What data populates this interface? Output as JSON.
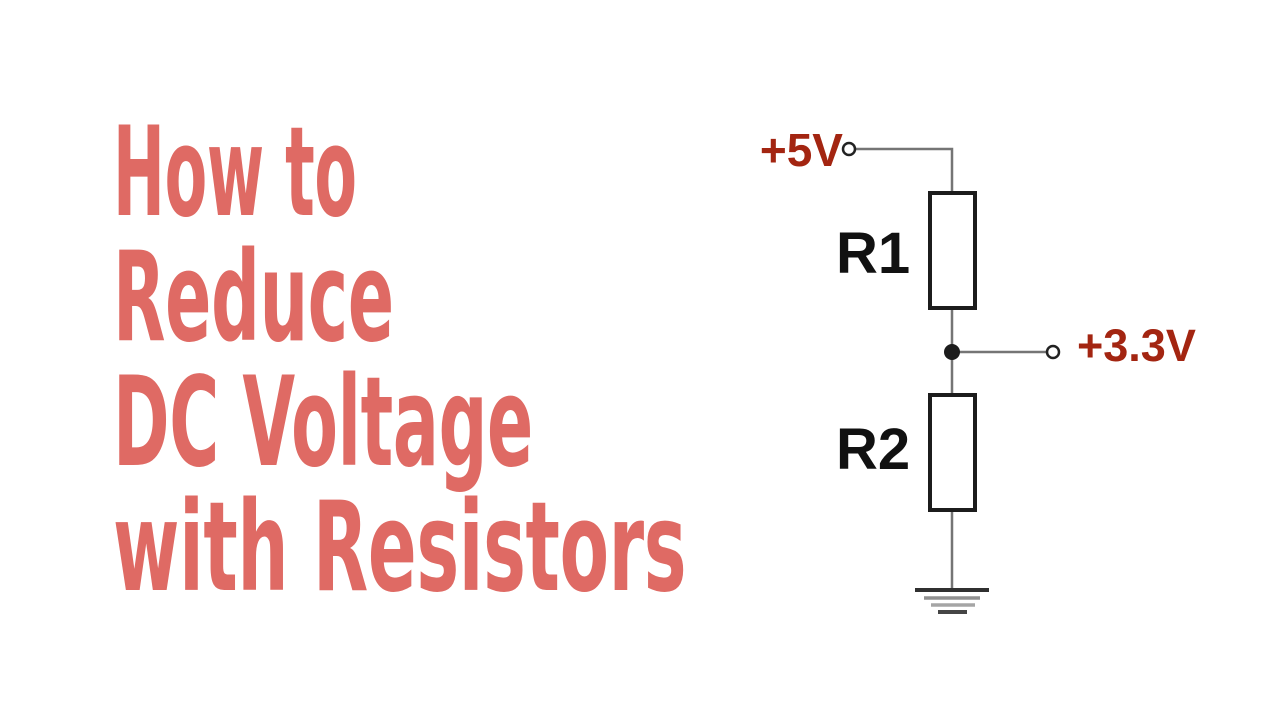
{
  "title": {
    "lines": [
      "How to",
      "Reduce",
      "DC Voltage",
      "with Resistors"
    ]
  },
  "circuit": {
    "supply_label": "+5V",
    "output_label": "+3.3V",
    "resistor1_label": "R1",
    "resistor2_label": "R2"
  },
  "colors": {
    "title": "#DF6A64",
    "voltage_label": "#A32511",
    "wire": "#757575",
    "component": "#1C1C1C",
    "resistor_label": "#111111",
    "background": "#FFFFFF"
  }
}
